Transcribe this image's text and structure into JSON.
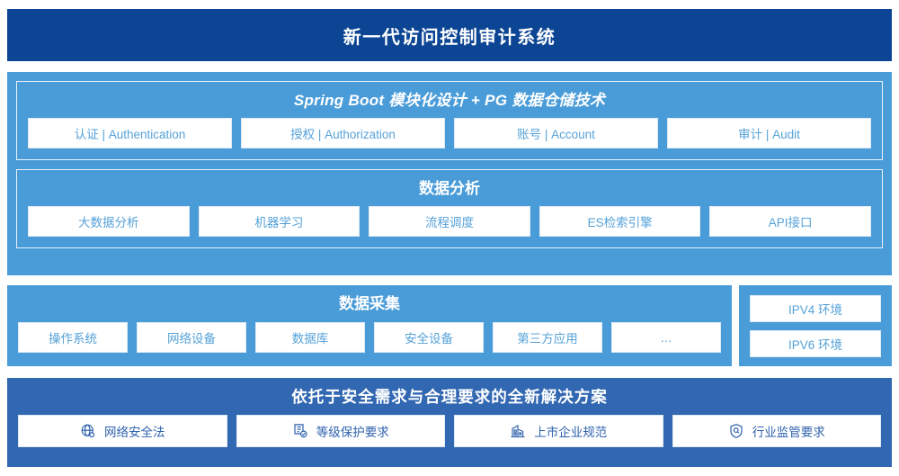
{
  "header": {
    "title": "新一代访问控制审计系统"
  },
  "architecture": {
    "springboot": {
      "title": "Spring Boot 模块化设计 + PG 数据仓储技术",
      "cards": [
        {
          "label": "认证 | Authentication"
        },
        {
          "label": "授权 | Authorization"
        },
        {
          "label": "账号 | Account"
        },
        {
          "label": "审计 | Audit"
        }
      ]
    },
    "analysis": {
      "title": "数据分析",
      "cards": [
        {
          "label": "大数据分析"
        },
        {
          "label": "机器学习"
        },
        {
          "label": "流程调度"
        },
        {
          "label": "ES检索引擎"
        },
        {
          "label": "API接口"
        }
      ]
    }
  },
  "collection": {
    "title": "数据采集",
    "cards": [
      {
        "label": "操作系统"
      },
      {
        "label": "网络设备"
      },
      {
        "label": "数据库"
      },
      {
        "label": "安全设备"
      },
      {
        "label": "第三方应用"
      },
      {
        "label": "…"
      }
    ]
  },
  "ip_environment": {
    "cards": [
      {
        "label": "IPV4 环境"
      },
      {
        "label": "IPV6 环境"
      }
    ]
  },
  "compliance": {
    "title": "依托于安全需求与合理要求的全新解决方案",
    "cards": [
      {
        "label": "网络安全法",
        "icon": "globe-icon"
      },
      {
        "label": "等级保护要求",
        "icon": "document-check-icon"
      },
      {
        "label": "上市企业规范",
        "icon": "building-icon"
      },
      {
        "label": "行业监管要求",
        "icon": "shield-search-icon"
      }
    ]
  },
  "colors": {
    "header_navy": "#0c4593",
    "panel_blue": "#4a9cd9",
    "panel_dark_blue": "#3267b2",
    "card_text_blue": "#56a2d8",
    "card_text_dark_blue": "#2f62ad",
    "card_bg": "#ffffff"
  }
}
